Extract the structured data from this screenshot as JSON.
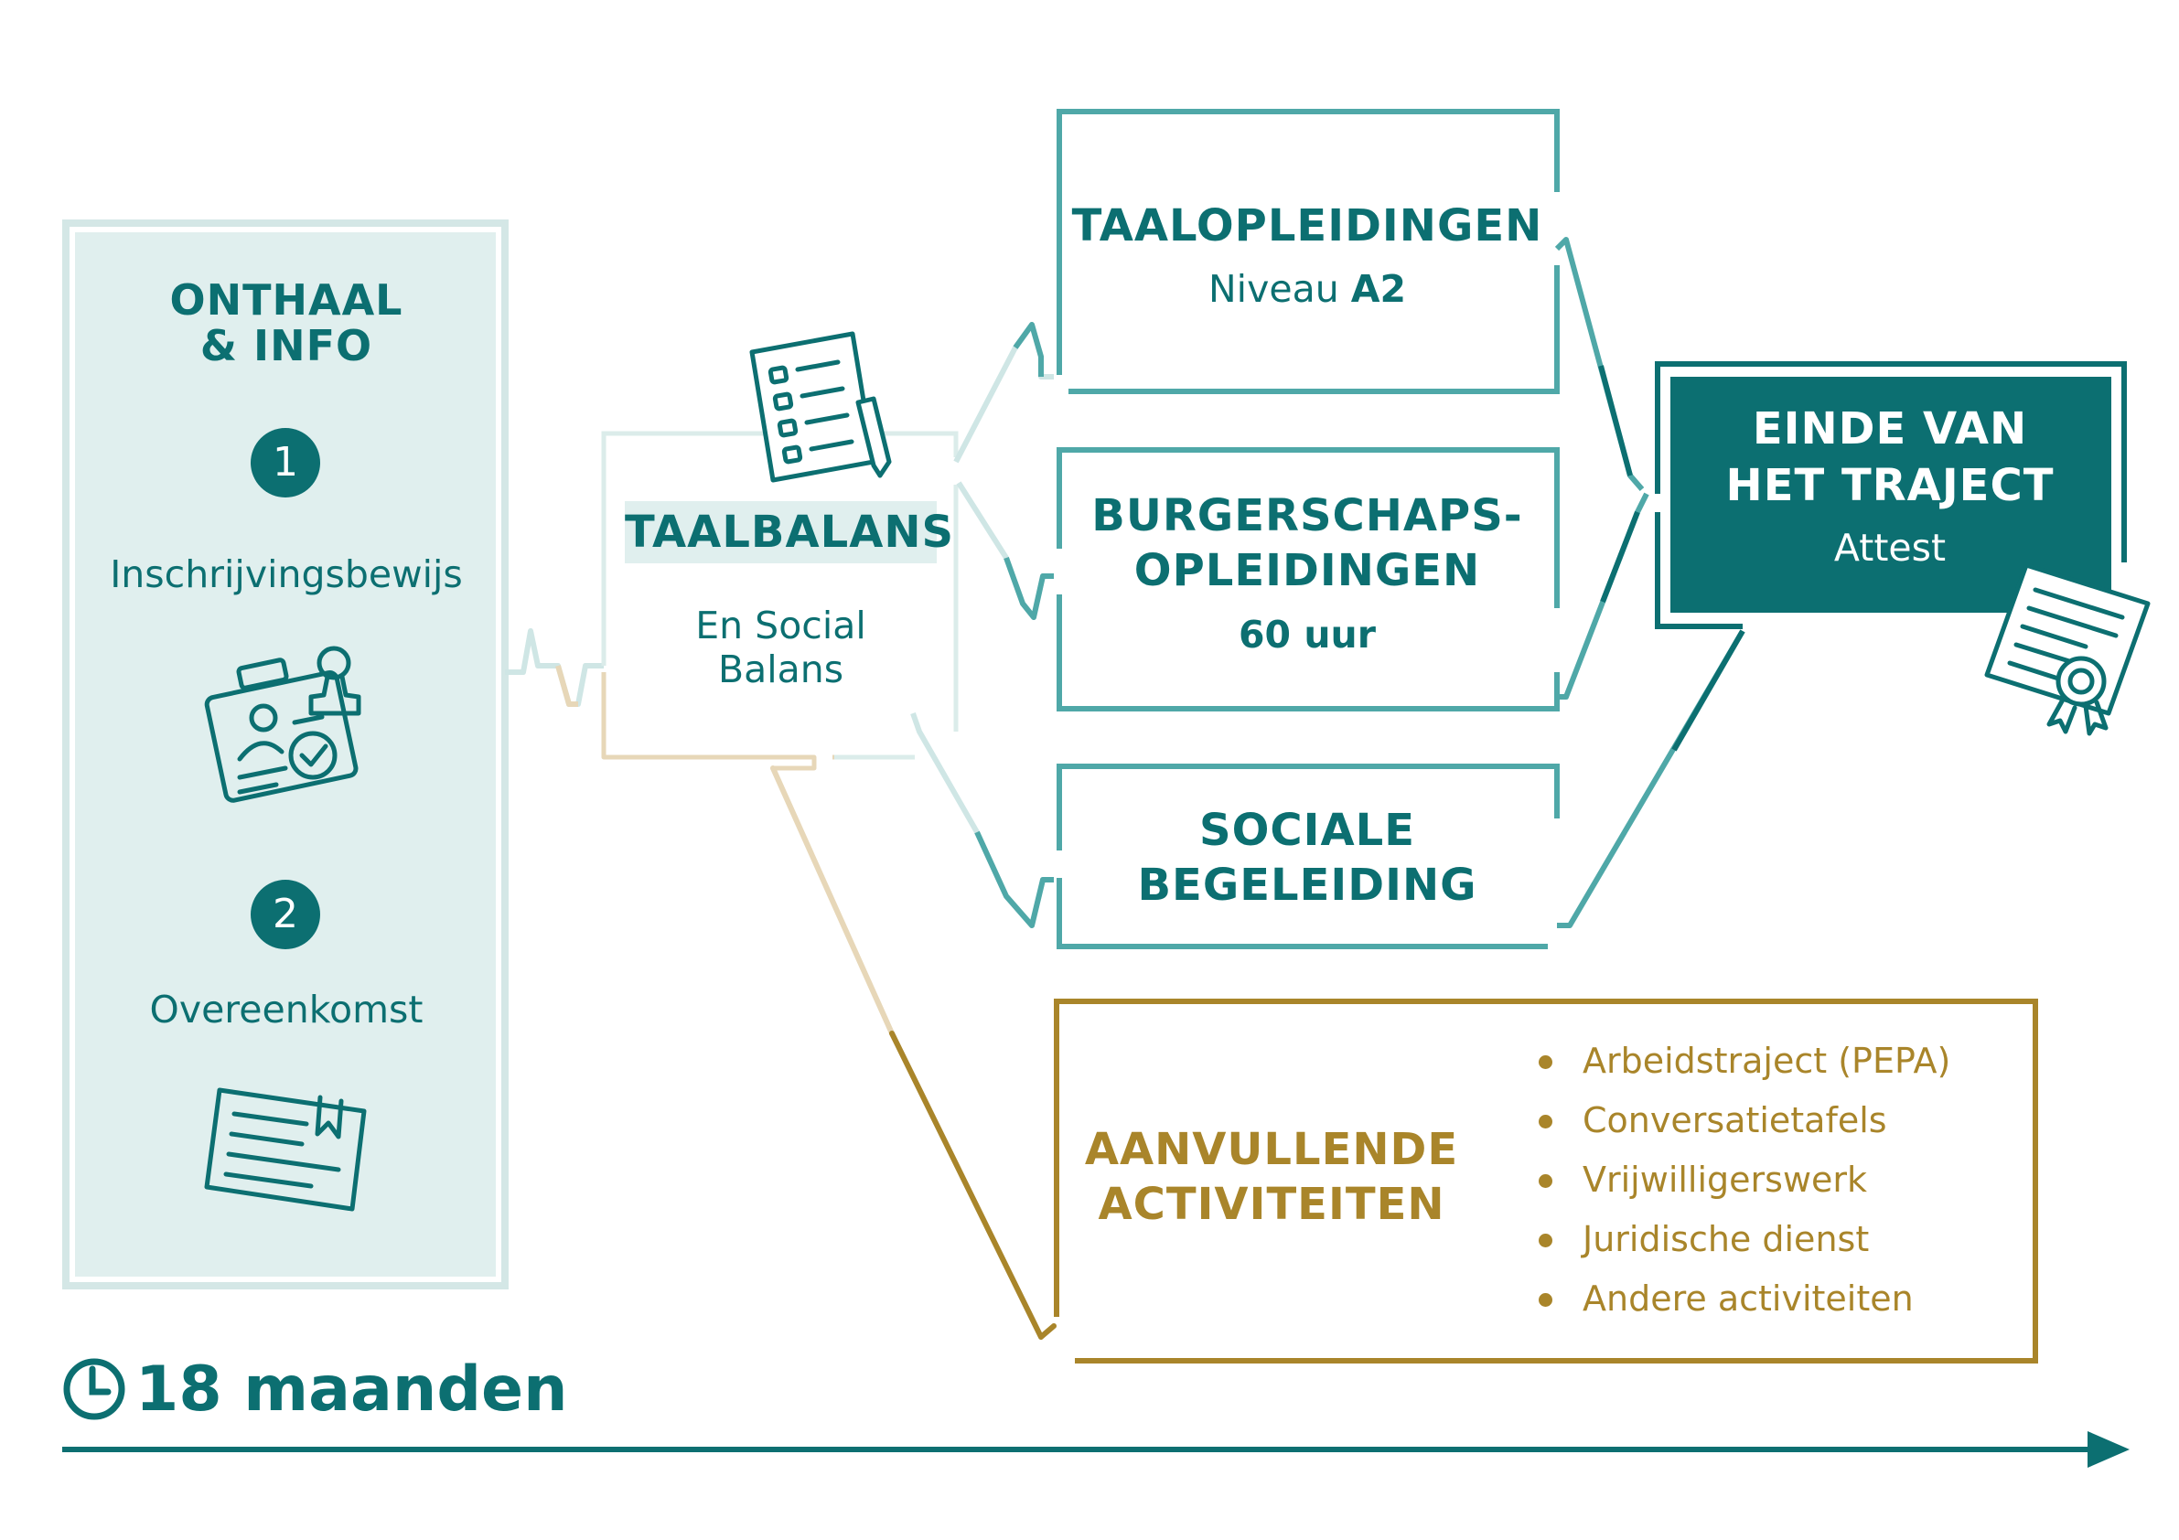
{
  "colors": {
    "teal": "#0c6f71",
    "teal_line": "#4fa8a8",
    "teal_light_fill": "#e0efee",
    "teal_pale_line": "#cfe6e5",
    "gold": "#a9852a",
    "gold_light": "#e7d7b8"
  },
  "onthaal": {
    "title_line1": "ONTHAAL",
    "title_line2": "& INFO",
    "steps": [
      {
        "number": "1",
        "label": "Inschrijvingsbewijs",
        "icon": "id-card-stamp-icon"
      },
      {
        "number": "2",
        "label": "Overeenkomst",
        "icon": "agreement-document-icon"
      }
    ]
  },
  "taalbalans": {
    "title": "TAALBALANS",
    "subtitle_line1": "En Social",
    "subtitle_line2": "Balans",
    "icon": "checklist-clipboard-icon"
  },
  "tracks": [
    {
      "title_line1": "TAALOPLEIDINGEN",
      "title_line2": "",
      "detail_prefix": "Niveau ",
      "detail_bold": "A2"
    },
    {
      "title_line1": "BURGERSCHAPS-",
      "title_line2": "OPLEIDINGEN",
      "detail_prefix": "",
      "detail_bold": "60 uur"
    },
    {
      "title_line1": "SOCIALE",
      "title_line2": "BEGELEIDING",
      "detail_prefix": "",
      "detail_bold": ""
    }
  ],
  "end": {
    "title_line1": "EINDE VAN",
    "title_line2": "HET TRAJECT",
    "subtitle": "Attest",
    "icon": "certificate-icon"
  },
  "aanvullende": {
    "title_line1": "AANVULLENDE",
    "title_line2": "ACTIVITEITEN",
    "items": [
      "Arbeidstraject (PEPA)",
      "Conversatietafels",
      "Vrijwilligerswerk",
      "Juridische dienst",
      "Andere activiteiten"
    ]
  },
  "timeline": {
    "duration": "18 maanden",
    "icon": "clock-icon"
  }
}
